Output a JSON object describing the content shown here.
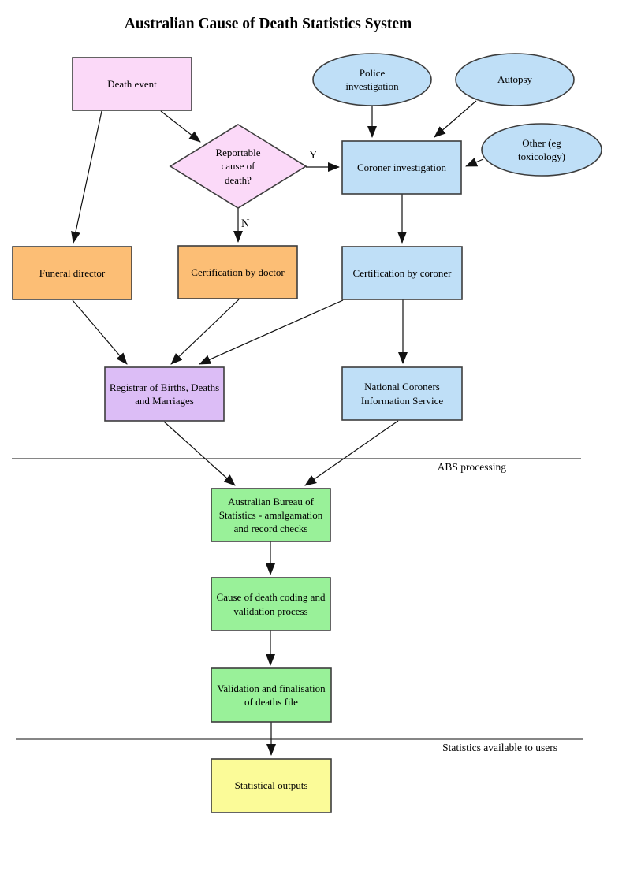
{
  "title": "Australian Cause of Death Statistics System",
  "palette": {
    "pink": "#FBD9F8",
    "blue": "#BFDFF7",
    "orange": "#FCBE75",
    "purple": "#DCBDF6",
    "green": "#99F199",
    "yellow": "#FBFB98"
  },
  "nodes": {
    "death_event": {
      "label": "Death event"
    },
    "reportable": {
      "label": "Reportable\ncause of\ndeath?"
    },
    "police": {
      "label": "Police\ninvestigation"
    },
    "autopsy": {
      "label": "Autopsy"
    },
    "other": {
      "label": "Other (eg\ntoxicology)"
    },
    "coroner_investigation": {
      "label": "Coroner investigation"
    },
    "funeral_director": {
      "label": "Funeral director"
    },
    "certification_doctor": {
      "label": "Certification by doctor"
    },
    "certification_coroner": {
      "label": "Certification by coroner"
    },
    "registrar": {
      "label": "Registrar of Births, Deaths\nand Marriages"
    },
    "ncis": {
      "label": "National Coroners\nInformation Service"
    },
    "abs_amalgamation": {
      "label": "Australian Bureau of\nStatistics - amalgamation\nand record checks"
    },
    "coding": {
      "label": "Cause of death coding and\nvalidation process"
    },
    "validation": {
      "label": "Validation and finalisation\nof deaths file"
    },
    "statistical_outputs": {
      "label": "Statistical outputs"
    }
  },
  "edge_labels": {
    "yes": "Y",
    "no": "N"
  },
  "sections": {
    "abs_processing": "ABS processing",
    "stats_available": "Statistics available to users"
  }
}
